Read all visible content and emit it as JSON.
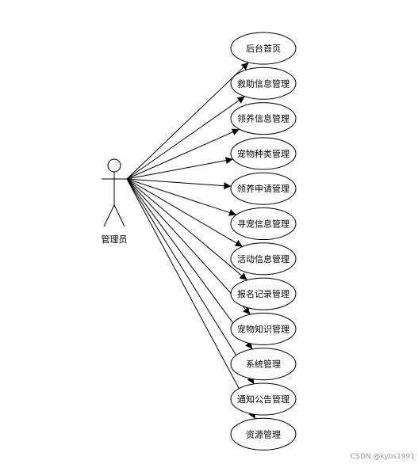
{
  "actor": {
    "label": "管理员"
  },
  "use_cases": [
    "后台首页",
    "救助信息管理",
    "领养信息管理",
    "宠物种类管理",
    "领养申请管理",
    "寻宠信息管理",
    "活动信息管理",
    "报名记录管理",
    "宠物知识管理",
    "系统管理",
    "通知公告管理",
    "资源管理"
  ],
  "watermark": "CSDN @kybs1991",
  "colors": {
    "line": "#000000",
    "fill": "#ffffff"
  }
}
